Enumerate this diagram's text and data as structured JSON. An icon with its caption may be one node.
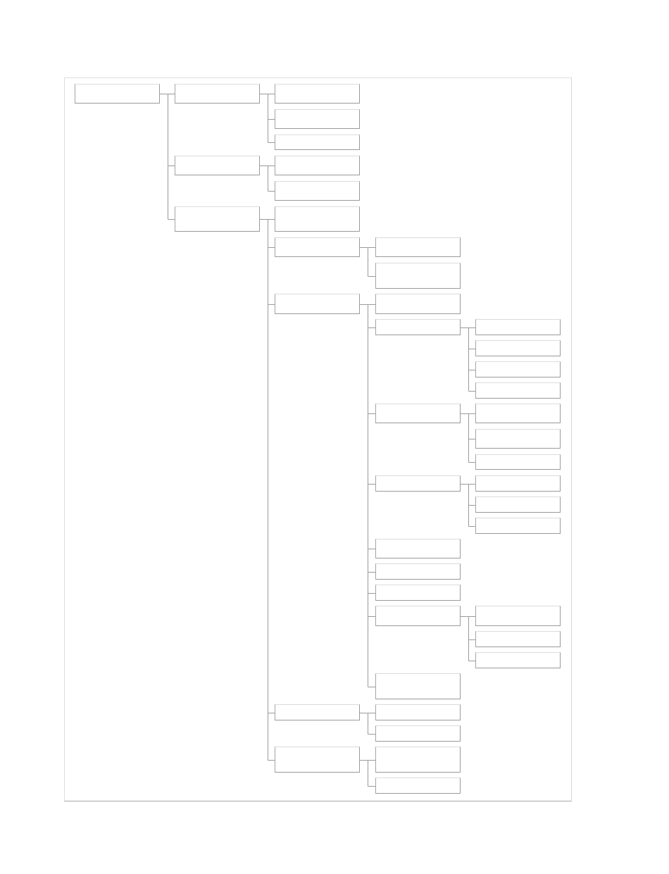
{
  "diagram": {
    "nodes": [
      {
        "text": [],
        "shape": "box"
      },
      {
        "text": [],
        "shape": "box"
      },
      {
        "text": [],
        "shape": "box"
      },
      {
        "text": [],
        "shape": "box"
      },
      {
        "text": [],
        "shape": "box"
      },
      {
        "text": [],
        "shape": "box"
      },
      {
        "text": [],
        "shape": "box"
      },
      {
        "text": [],
        "shape": "box"
      },
      {
        "text": [],
        "shape": "box"
      },
      {
        "text": [],
        "shape": "box"
      },
      {
        "text": [],
        "shape": "box"
      },
      {
        "text": [],
        "shape": "box"
      },
      {
        "text": [],
        "shape": "box"
      },
      {
        "text": [],
        "shape": "box"
      },
      {
        "text": [],
        "shape": "box"
      },
      {
        "text": [],
        "shape": "box"
      },
      {
        "text": [],
        "shape": "box"
      },
      {
        "text": [],
        "shape": "box"
      },
      {
        "text": [],
        "shape": "box"
      },
      {
        "text": [],
        "shape": "box"
      },
      {
        "text": [],
        "shape": "box"
      },
      {
        "text": [],
        "shape": "box"
      },
      {
        "text": [],
        "shape": "box"
      },
      {
        "text": [],
        "shape": "box"
      },
      {
        "text": [],
        "shape": "box"
      },
      {
        "text": [],
        "shape": "box"
      },
      {
        "text": [],
        "shape": "box"
      },
      {
        "text": [],
        "shape": "box"
      },
      {
        "text": [],
        "shape": "box"
      },
      {
        "text": [],
        "shape": "box"
      },
      {
        "text": [],
        "shape": "box"
      },
      {
        "text": [],
        "shape": "box"
      },
      {
        "text": [],
        "shape": "box"
      },
      {
        "text": [],
        "shape": "box"
      },
      {
        "text": [],
        "shape": "box"
      },
      {
        "text": [],
        "shape": "box"
      },
      {
        "text": [],
        "shape": "box"
      },
      {
        "text": [],
        "shape": "box"
      },
      {
        "text": [],
        "shape": "box"
      },
      {
        "text": [],
        "shape": "box"
      },
      {
        "text": [],
        "shape": "box"
      },
      {
        "text": [],
        "shape": "box"
      }
    ],
    "edges": [
      {
        "from": 0,
        "to": 1,
        "arrow": "none"
      },
      {
        "from": 0,
        "to": 5,
        "arrow": "none"
      },
      {
        "from": 0,
        "to": 8,
        "arrow": "none"
      },
      {
        "from": 1,
        "to": 2,
        "arrow": "none"
      },
      {
        "from": 1,
        "to": 3,
        "arrow": "none"
      },
      {
        "from": 1,
        "to": 4,
        "arrow": "none"
      },
      {
        "from": 5,
        "to": 6,
        "arrow": "none"
      },
      {
        "from": 5,
        "to": 7,
        "arrow": "none"
      },
      {
        "from": 8,
        "to": 9,
        "arrow": "none"
      },
      {
        "from": 8,
        "to": 10,
        "arrow": "none"
      },
      {
        "from": 8,
        "to": 13,
        "arrow": "none"
      },
      {
        "from": 8,
        "to": 36,
        "arrow": "none"
      },
      {
        "from": 8,
        "to": 39,
        "arrow": "none"
      },
      {
        "from": 10,
        "to": 11,
        "arrow": "none"
      },
      {
        "from": 10,
        "to": 12,
        "arrow": "none"
      },
      {
        "from": 13,
        "to": 14,
        "arrow": "none"
      },
      {
        "from": 13,
        "to": 15,
        "arrow": "none"
      },
      {
        "from": 13,
        "to": 20,
        "arrow": "none"
      },
      {
        "from": 13,
        "to": 24,
        "arrow": "none"
      },
      {
        "from": 13,
        "to": 28,
        "arrow": "none"
      },
      {
        "from": 13,
        "to": 29,
        "arrow": "none"
      },
      {
        "from": 13,
        "to": 30,
        "arrow": "none"
      },
      {
        "from": 13,
        "to": 31,
        "arrow": "none"
      },
      {
        "from": 13,
        "to": 35,
        "arrow": "none"
      },
      {
        "from": 15,
        "to": 16,
        "arrow": "none"
      },
      {
        "from": 15,
        "to": 17,
        "arrow": "none"
      },
      {
        "from": 15,
        "to": 18,
        "arrow": "none"
      },
      {
        "from": 15,
        "to": 19,
        "arrow": "none"
      },
      {
        "from": 20,
        "to": 21,
        "arrow": "none"
      },
      {
        "from": 20,
        "to": 22,
        "arrow": "none"
      },
      {
        "from": 20,
        "to": 23,
        "arrow": "none"
      },
      {
        "from": 24,
        "to": 25,
        "arrow": "none"
      },
      {
        "from": 24,
        "to": 26,
        "arrow": "none"
      },
      {
        "from": 24,
        "to": 27,
        "arrow": "none"
      },
      {
        "from": 31,
        "to": 32,
        "arrow": "none"
      },
      {
        "from": 31,
        "to": 33,
        "arrow": "none"
      },
      {
        "from": 31,
        "to": 34,
        "arrow": "none"
      },
      {
        "from": 36,
        "to": 37,
        "arrow": "none"
      },
      {
        "from": 36,
        "to": 38,
        "arrow": "none"
      },
      {
        "from": 39,
        "to": 40,
        "arrow": "none"
      },
      {
        "from": 39,
        "to": 41,
        "arrow": "none"
      }
    ]
  }
}
